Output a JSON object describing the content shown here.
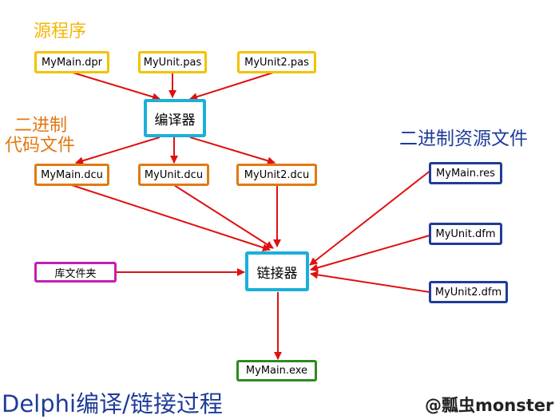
{
  "labels": {
    "source": "源程序",
    "binary_code_line1": "二进制",
    "binary_code_line2": "代码文件",
    "binary_resource": "二进制资源文件"
  },
  "boxes": {
    "src_dpr": "MyMain.dpr",
    "src_pas1": "MyUnit.pas",
    "src_pas2": "MyUnit2.pas",
    "compiler": "编译器",
    "dcu_main": "MyMain.dcu",
    "dcu_unit": "MyUnit.dcu",
    "dcu_unit2": "MyUnit2.dcu",
    "res_main": "MyMain.res",
    "res_dfm1": "MyUnit.dfm",
    "res_dfm2": "MyUnit2.dfm",
    "library": "库文件夹",
    "linker": "链接器",
    "exe": "MyMain.exe"
  },
  "footer": {
    "title": "Delphi编译/链接过程",
    "watermark": "@瓢虫monster"
  },
  "colors": {
    "source": "#f2c200",
    "tool": "#1ab0d8",
    "dcu": "#e07a12",
    "resource": "#1f3c99",
    "library": "#c21fb4",
    "exe": "#2f8a1f",
    "arrow": "#e01010",
    "label_source": "#f2b705",
    "label_code": "#e07a12",
    "label_resource": "#1f3c99"
  }
}
